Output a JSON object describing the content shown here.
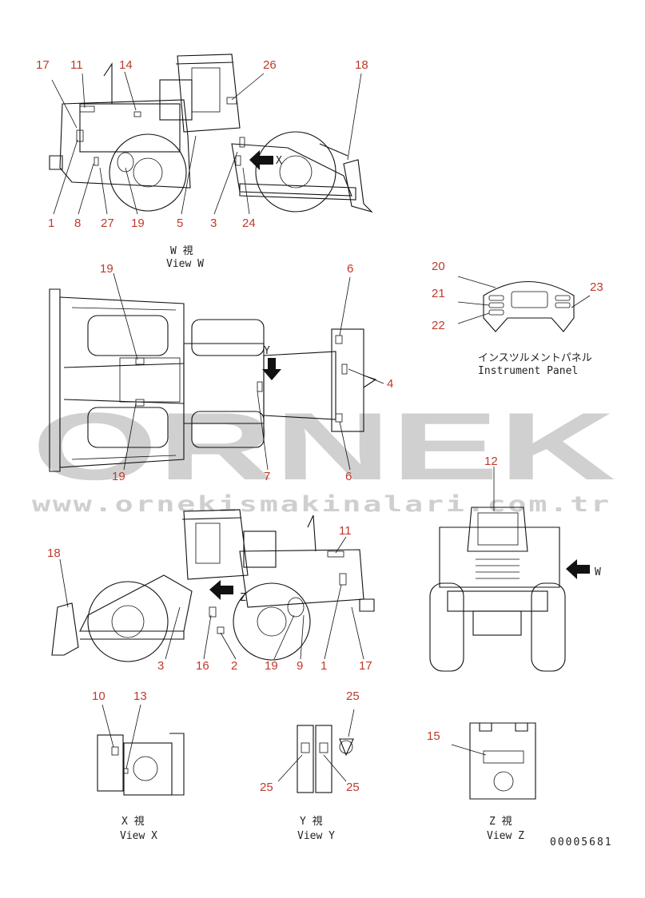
{
  "watermark": {
    "brand": "ORNEK",
    "url": "www.ornekismakinalari.com.tr"
  },
  "views": {
    "view_w": {
      "jp": "W 視",
      "en": "View W"
    },
    "view_x": {
      "jp": "X 視",
      "en": "View X"
    },
    "view_y": {
      "jp": "Y 視",
      "en": "View Y"
    },
    "view_z": {
      "jp": "Z 視",
      "en": "View Z"
    },
    "instrument_panel": {
      "jp": "インスツルメントパネル",
      "en": "Instrument Panel"
    }
  },
  "view_letters": {
    "x": "X",
    "y": "Y",
    "z": "Z",
    "w": "W"
  },
  "drawing_number": "00005681",
  "callouts": {
    "side_top": [
      "17",
      "11",
      "14",
      "26",
      "18",
      "1",
      "8",
      "27",
      "19",
      "5",
      "3",
      "24"
    ],
    "plan": [
      "19",
      "6",
      "4",
      "19",
      "7",
      "6"
    ],
    "panel": [
      "20",
      "21",
      "22",
      "23"
    ],
    "side_bottom": [
      "11",
      "18",
      "3",
      "16",
      "2",
      "19",
      "9",
      "1",
      "17"
    ],
    "front": [
      "12"
    ],
    "view_x": [
      "10",
      "13"
    ],
    "view_y": [
      "25",
      "25",
      "25"
    ],
    "view_z": [
      "15"
    ]
  },
  "colors": {
    "callout": "#c0392b",
    "line": "#111111",
    "watermark": "#d0d0d0"
  }
}
